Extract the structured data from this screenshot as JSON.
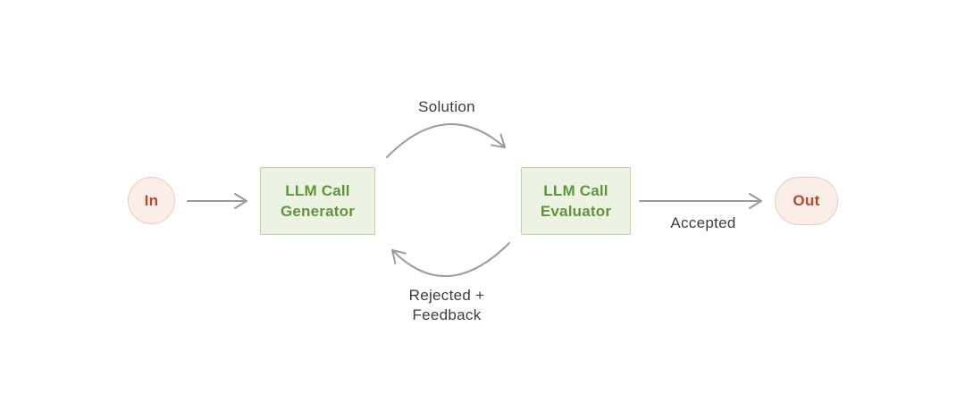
{
  "diagram": {
    "title": "evaluator-optimizer-workflow",
    "nodes": {
      "in": {
        "label": "In"
      },
      "generator": {
        "line1": "LLM Call",
        "line2": "Generator"
      },
      "evaluator": {
        "line1": "LLM Call",
        "line2": "Evaluator"
      },
      "out": {
        "label": "Out"
      }
    },
    "edges": {
      "solution": {
        "label": "Solution"
      },
      "accepted": {
        "label": "Accepted"
      },
      "rejected": {
        "line1": "Rejected +",
        "line2": "Feedback"
      }
    },
    "colors": {
      "background": "#ffffff",
      "box_fill": "#edf3e3",
      "box_border": "#bdd3a6",
      "box_text": "#61933c",
      "pill_fill": "#fbede8",
      "pill_border": "#edcabd",
      "pill_text": "#b5472e",
      "arrow": "#9c9c95",
      "label_text": "#3d3d38"
    }
  }
}
